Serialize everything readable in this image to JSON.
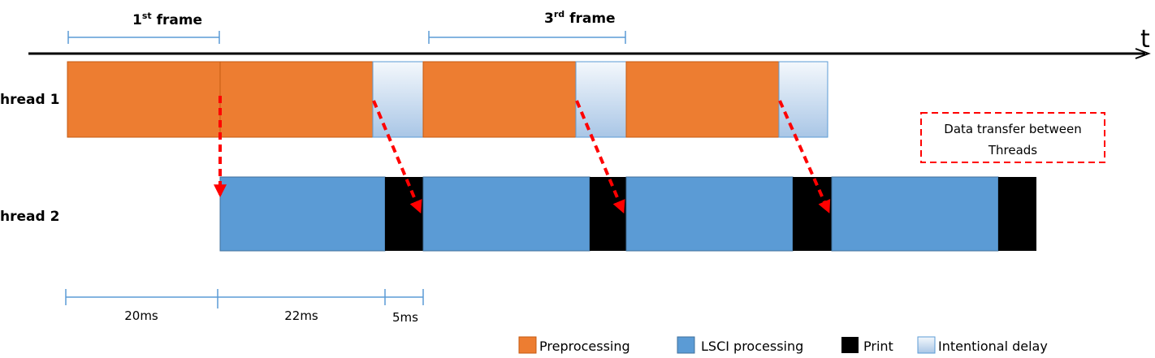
{
  "labels": {
    "time_axis": "t",
    "thread1": "hread 1",
    "thread2": "hread 2",
    "frame1_main": "1",
    "frame1_sup": "st",
    "frame1_rest": " frame",
    "frame3_main": "3",
    "frame3_sup": "rd",
    "frame3_rest": " frame",
    "dim_20": "20ms",
    "dim_22": "22ms",
    "dim_5": "5ms",
    "transfer_line1": "Data transfer between",
    "transfer_line2": "Threads"
  },
  "legend": [
    {
      "name": "preprocessing",
      "label": "Preprocessing"
    },
    {
      "name": "lsci",
      "label": "LSCI processing"
    },
    {
      "name": "print",
      "label": "Print"
    },
    {
      "name": "delay",
      "label": "Intentional delay"
    }
  ],
  "colors": {
    "preprocessing": "#ED7D31",
    "lsci": "#5B9BD5",
    "print": "#000000",
    "delay_top": "#F4F8FC",
    "delay_bottom": "#A9C6E6",
    "dimension": "#5B9BD5",
    "transfer_arrow": "#FF0000"
  }
}
